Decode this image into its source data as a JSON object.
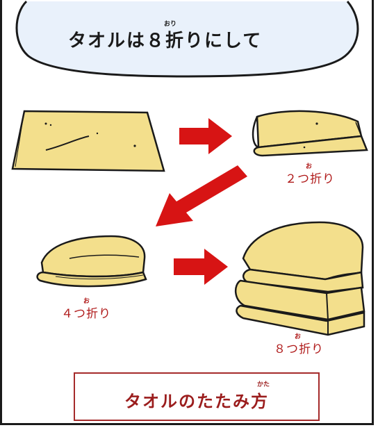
{
  "header": {
    "title": "タオルは８折りにして",
    "title_ruby": "おり"
  },
  "steps": [
    {
      "label": "２つ折り",
      "ruby": "お"
    },
    {
      "label": "４つ折り",
      "ruby": "お"
    },
    {
      "label": "８つ折り",
      "ruby": "お"
    }
  ],
  "footer": {
    "title": "タオルのたたみ方",
    "ruby": "かた"
  },
  "colors": {
    "towel": "#f3df8c",
    "arrow": "#d71414",
    "label": "#b01b1b",
    "outline": "#1a1a1a"
  }
}
